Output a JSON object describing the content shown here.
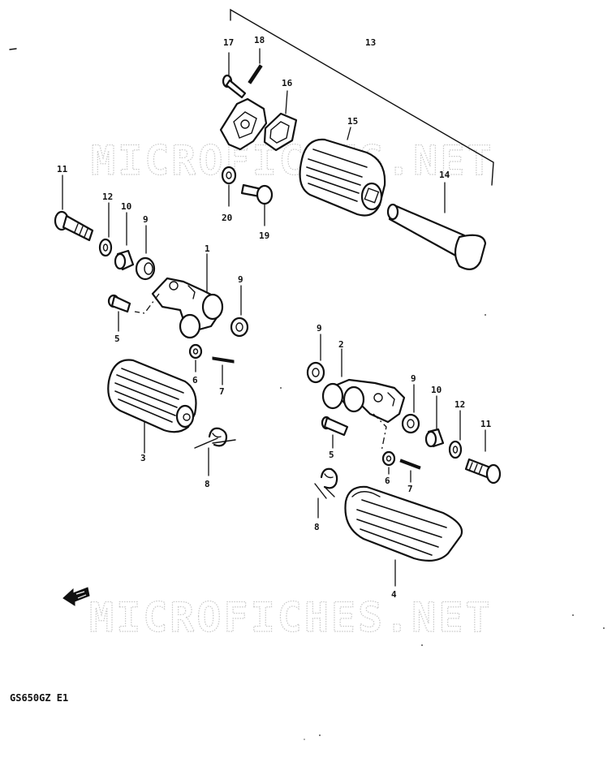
{
  "watermark": "MICROFICHES.NET",
  "model_code": "GS650GZ E1",
  "part_numbers": {
    "p1": "1",
    "p2": "2",
    "p3": "3",
    "p4": "4",
    "p5a": "5",
    "p5b": "5",
    "p6a": "6",
    "p6b": "6",
    "p7a": "7",
    "p7b": "7",
    "p8a": "8",
    "p8b": "8",
    "p9a": "9",
    "p9b": "9",
    "p9c": "9",
    "p9d": "9",
    "p10a": "10",
    "p10b": "10",
    "p11a": "11",
    "p11b": "11",
    "p12a": "12",
    "p12b": "12",
    "p13": "13",
    "p14": "14",
    "p15": "15",
    "p16": "16",
    "p17": "17",
    "p18": "18",
    "p19": "19",
    "p20": "20"
  },
  "icons": {
    "direction_arrow": "front-direction-arrow-icon"
  },
  "colors": {
    "ink": "#111111",
    "watermark": "#c8c8c8",
    "background": "#ffffff"
  }
}
